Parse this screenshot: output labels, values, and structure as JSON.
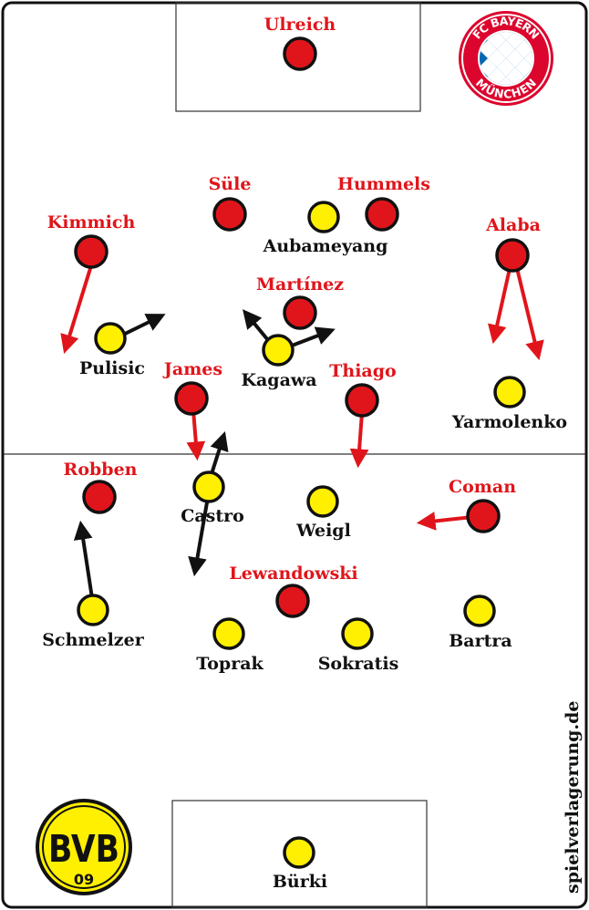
{
  "watermark": "spielverlagerung.de",
  "colors": {
    "bayern": "#e0151b",
    "dortmund": "#ffef00",
    "outline": "#111111",
    "arrow_black": "#111111",
    "arrow_red": "#e0151b"
  },
  "logos": {
    "bayern": {
      "name": "fc-bayern-crest",
      "top_text": "FC BAYERN",
      "bottom_text": "MÜNCHEN"
    },
    "dortmund": {
      "name": "bvb-crest",
      "letters": "BVB",
      "number": "09"
    }
  },
  "players": {
    "bayern": [
      {
        "name": "Ulreich"
      },
      {
        "name": "Süle"
      },
      {
        "name": "Hummels"
      },
      {
        "name": "Kimmich"
      },
      {
        "name": "Alaba"
      },
      {
        "name": "Martínez"
      },
      {
        "name": "James"
      },
      {
        "name": "Thiago"
      },
      {
        "name": "Robben"
      },
      {
        "name": "Coman"
      },
      {
        "name": "Lewandowski"
      }
    ],
    "dortmund": [
      {
        "name": "Aubameyang"
      },
      {
        "name": "Pulisic"
      },
      {
        "name": "Kagawa"
      },
      {
        "name": "Yarmolenko"
      },
      {
        "name": "Castro"
      },
      {
        "name": "Weigl"
      },
      {
        "name": "Schmelzer"
      },
      {
        "name": "Toprak"
      },
      {
        "name": "Sokratis"
      },
      {
        "name": "Bartra"
      },
      {
        "name": "Bürki"
      }
    ]
  }
}
